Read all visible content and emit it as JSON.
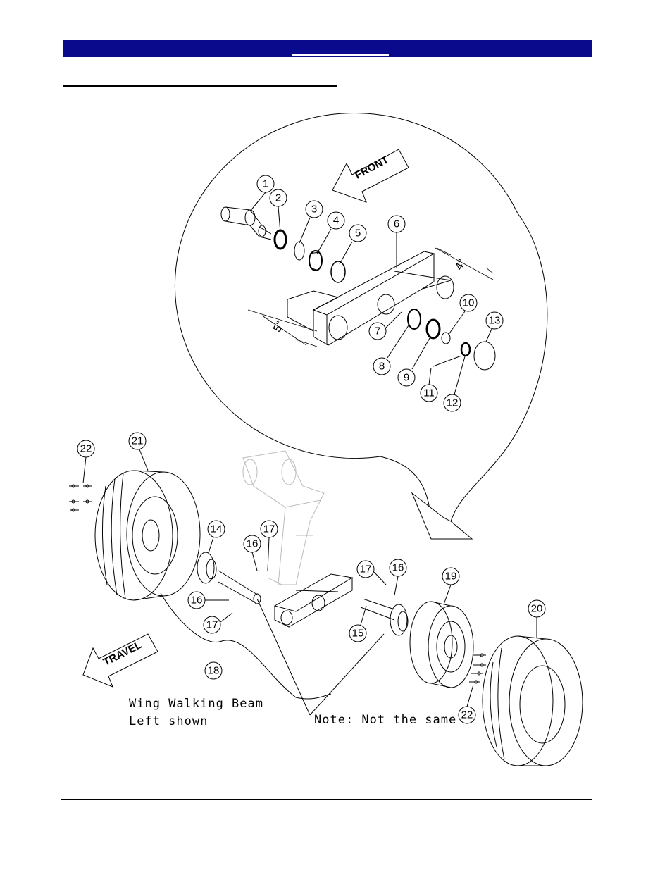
{
  "callouts": [
    {
      "n": "1"
    },
    {
      "n": "2"
    },
    {
      "n": "3"
    },
    {
      "n": "4"
    },
    {
      "n": "5"
    },
    {
      "n": "6"
    },
    {
      "n": "7"
    },
    {
      "n": "8"
    },
    {
      "n": "9"
    },
    {
      "n": "10"
    },
    {
      "n": "11"
    },
    {
      "n": "12"
    },
    {
      "n": "13"
    },
    {
      "n": "14"
    },
    {
      "n": "15"
    },
    {
      "n": "16"
    },
    {
      "n": "16"
    },
    {
      "n": "16"
    },
    {
      "n": "17"
    },
    {
      "n": "17"
    },
    {
      "n": "17"
    },
    {
      "n": "18"
    },
    {
      "n": "19"
    },
    {
      "n": "20"
    },
    {
      "n": "21"
    },
    {
      "n": "22"
    },
    {
      "n": "22"
    }
  ],
  "labels": {
    "front": "FRONT",
    "travel": "TRAVEL",
    "dim_4": "4\"",
    "dim_5": "5\"",
    "caption_line1": "Wing Walking Beam",
    "caption_line2": "Left shown",
    "note": "Note: Not the same"
  },
  "colors": {
    "header": "#0a0a8c",
    "ink": "#000000",
    "ghost": "#bbbbbb"
  }
}
